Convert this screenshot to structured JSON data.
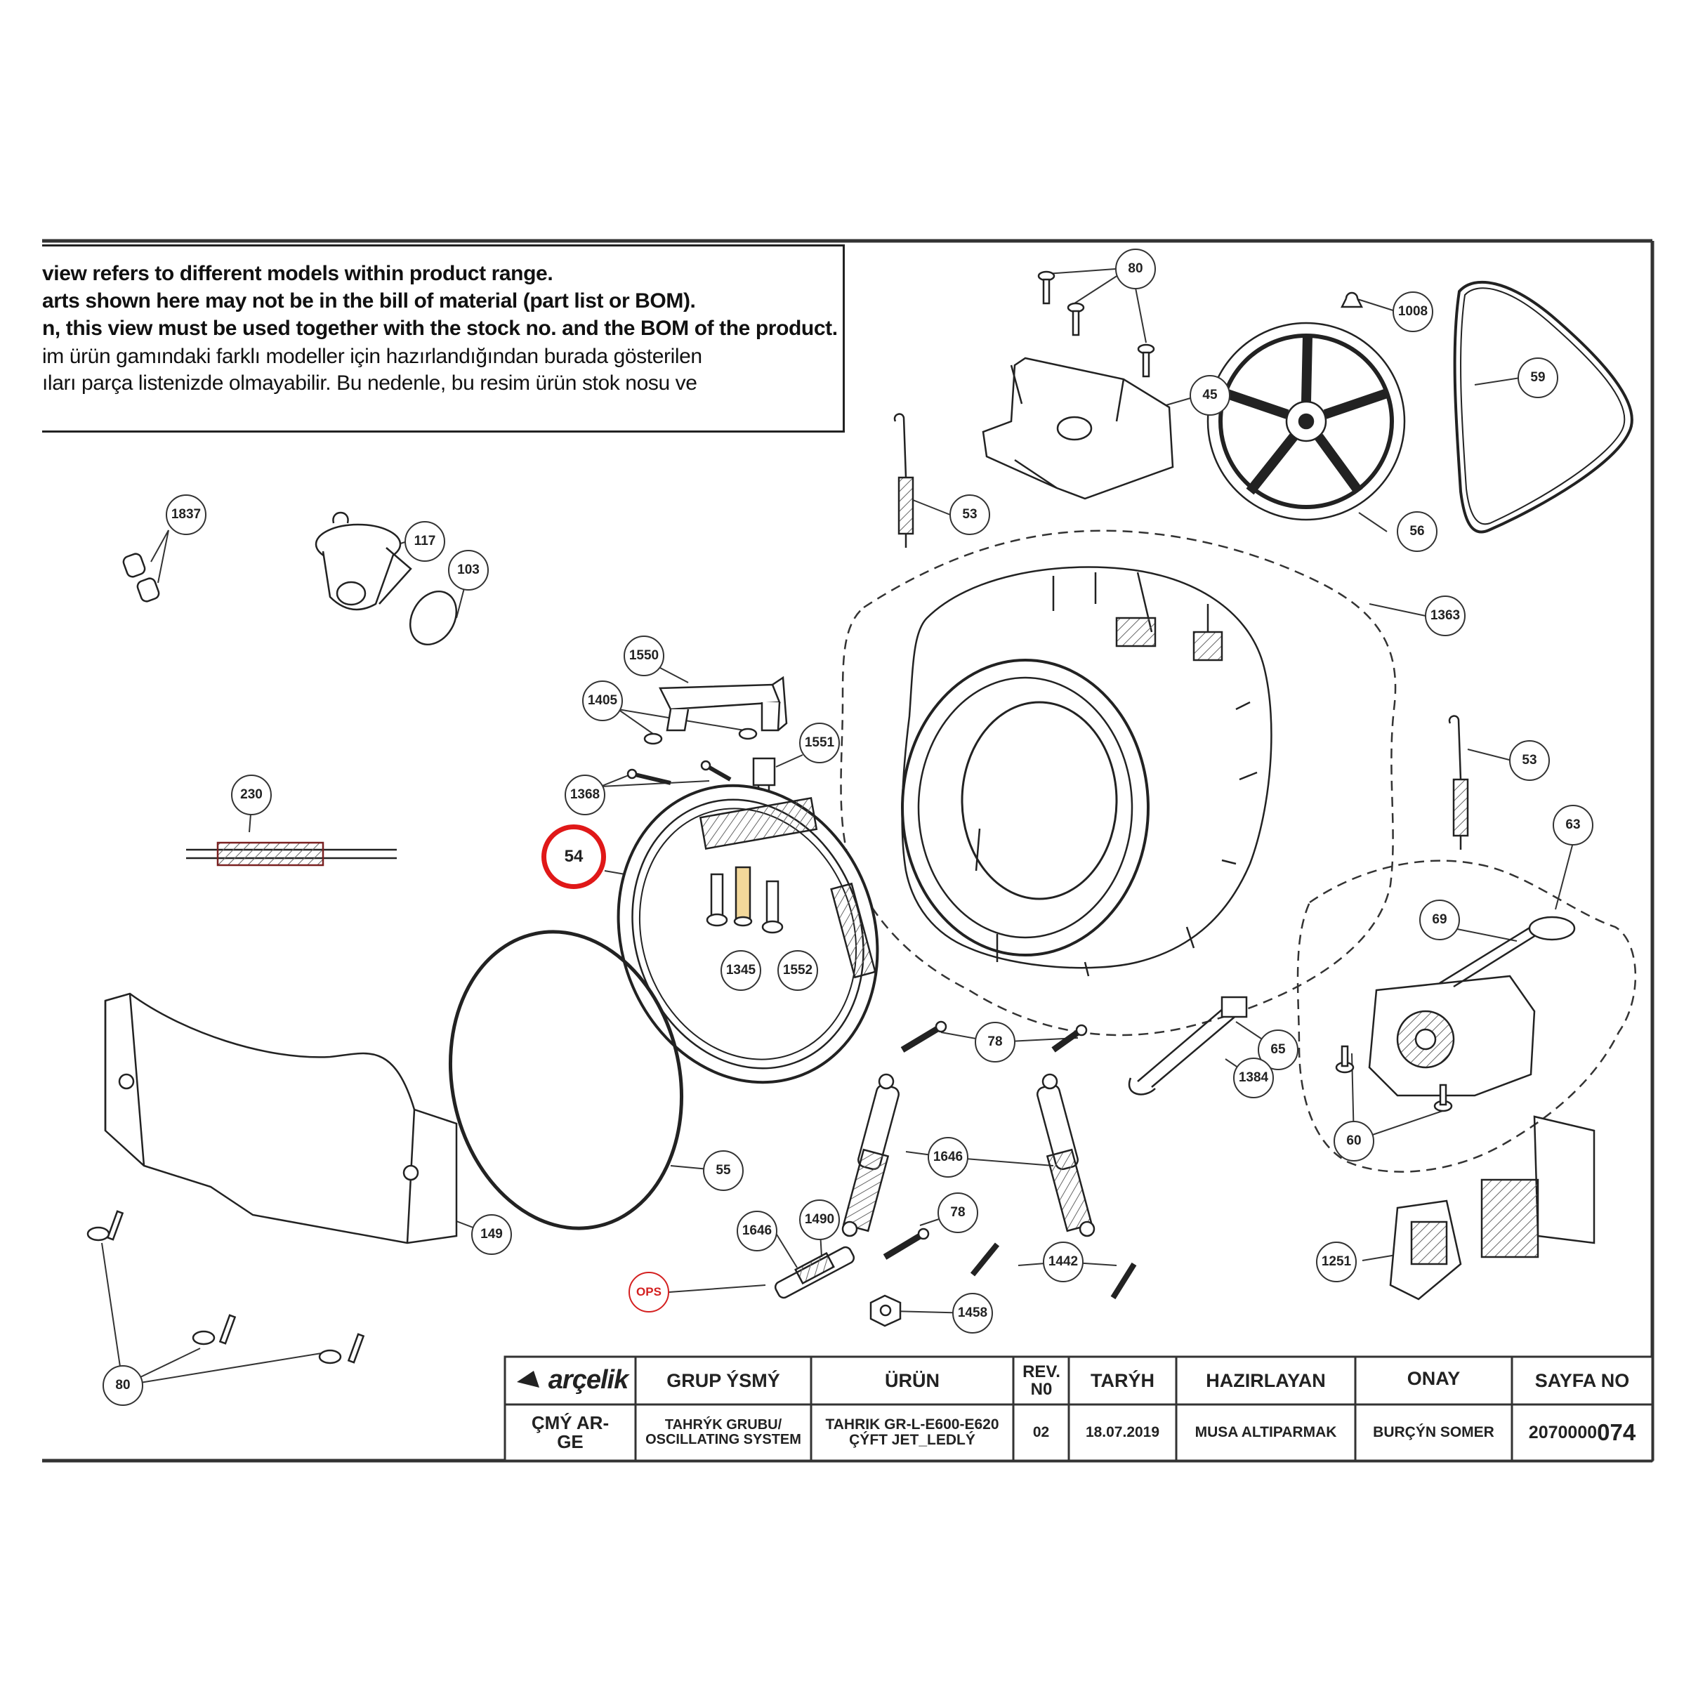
{
  "note": {
    "lines": [
      "view refers to different models within product range.",
      "arts shown here may not be in the bill of material (part list or BOM).",
      "n, this view must be used together with the stock no. and the BOM of the product.",
      "im ürün gamındaki farklı modeller için hazırlandığından burada gösterilen",
      "ıları parça listenizde olmayabilir. Bu nedenle, bu resim ürün stok nosu ve"
    ]
  },
  "callouts": {
    "c80a": "80",
    "c1008": "1008",
    "c59": "59",
    "c45": "45",
    "c53a": "53",
    "c56": "56",
    "c1837": "1837",
    "c117": "117",
    "c103": "103",
    "c1363": "1363",
    "c1550": "1550",
    "c1405": "1405",
    "c1551": "1551",
    "c1368": "1368",
    "c230": "230",
    "c53b": "53",
    "c63": "63",
    "c54": "54",
    "c69": "69",
    "c1345": "1345",
    "c1552": "1552",
    "c78a": "78",
    "c65": "65",
    "c1384": "1384",
    "c60": "60",
    "c1646a": "1646",
    "c55": "55",
    "c149": "149",
    "c78b": "78",
    "c1490": "1490",
    "c1646b": "1646",
    "c1442": "1442",
    "c1251": "1251",
    "cops": "OPS",
    "c1458": "1458",
    "c80b": "80"
  },
  "highlight": {
    "callout": "54",
    "color": "#e01818"
  },
  "title_block": {
    "logo": "arçelik",
    "headers": [
      "GRUP ÝSMÝ",
      "ÜRÜN",
      "REV. N0",
      "TARÝH",
      "HAZIRLAYAN",
      "ONAY",
      "SAYFA NO"
    ],
    "dept": "ÇMÝ AR-GE",
    "group_name": "TAHRÝK GRUBU/ OSCILLATING SYSTEM",
    "product": "TAHRIK GR-L-E600-E620 ÇÝFT JET_LEDLÝ",
    "rev": "02",
    "date": "18.07.2019",
    "prepared_by": "MUSA ALTIPARMAK",
    "approved_by": "BURÇÝN SOMER",
    "page_no_prefix": "2070000",
    "page_no_suffix": "074"
  }
}
